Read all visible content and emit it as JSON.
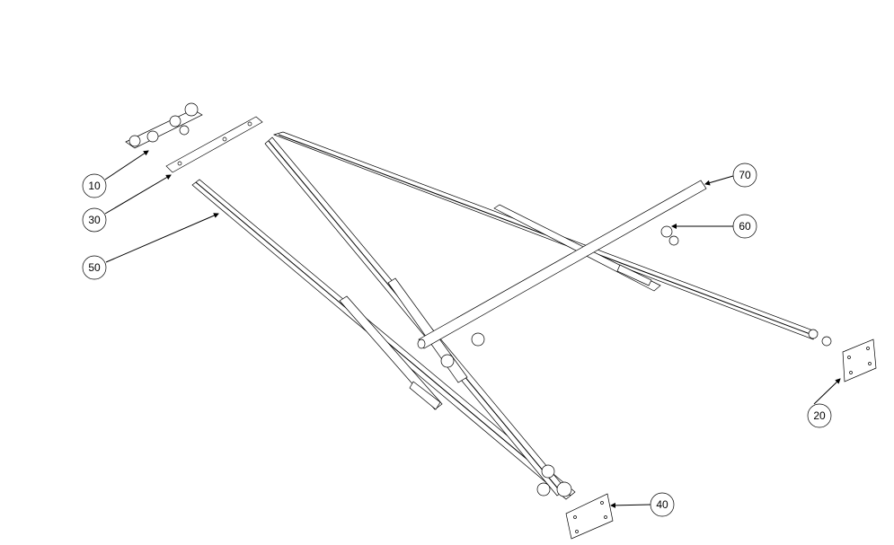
{
  "drawing": {
    "balloons": [
      {
        "id": "10",
        "label": "10"
      },
      {
        "id": "20",
        "label": "20"
      },
      {
        "id": "30",
        "label": "30"
      },
      {
        "id": "40",
        "label": "40"
      },
      {
        "id": "50",
        "label": "50"
      },
      {
        "id": "60",
        "label": "60"
      },
      {
        "id": "70",
        "label": "70"
      }
    ]
  }
}
